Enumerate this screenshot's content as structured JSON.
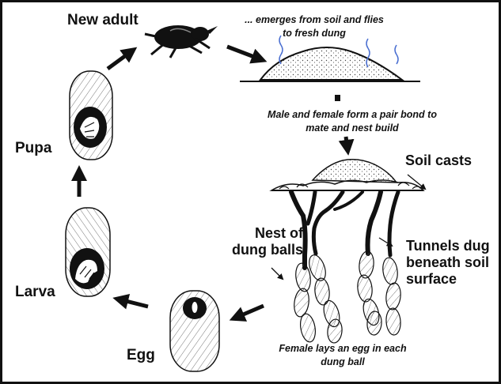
{
  "labels": {
    "new_adult": "New adult",
    "pupa": "Pupa",
    "larva": "Larva",
    "egg": "Egg",
    "soil_casts": "Soil casts",
    "nest_line1": "Nest of",
    "nest_line2": "dung balls",
    "tunnels_line1": "Tunnels dug",
    "tunnels_line2": "beneath soil",
    "tunnels_line3": "surface"
  },
  "notes": {
    "emerges_line1": "... emerges from soil and flies",
    "emerges_line2": "to fresh dung",
    "pair_line1": "Male and female form a pair bond to",
    "pair_line2": "mate and nest build",
    "female_line1": "Female lays an egg in each",
    "female_line2": "dung ball"
  },
  "colors": {
    "ink": "#111111",
    "stink_lines": "#4a6fd1",
    "background": "#ffffff"
  },
  "icons": {
    "beetle": "beetle-icon",
    "dung_pile": "dung-pile-icon",
    "pupa_cell": "pupa-brood-ball-icon",
    "larva_cell": "larva-brood-ball-icon",
    "egg_cell": "egg-brood-ball-icon"
  }
}
